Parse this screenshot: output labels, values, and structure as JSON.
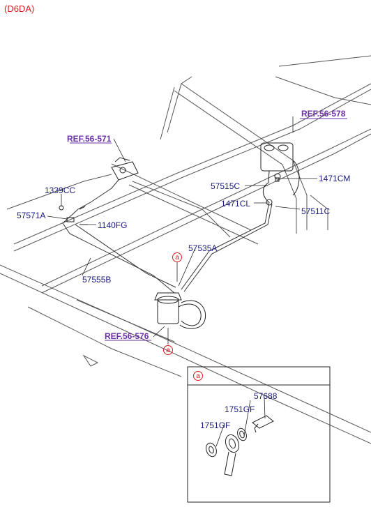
{
  "title": "(D6DA)",
  "refs": {
    "r571": "REF.56-571",
    "r578": "REF.56-578",
    "r576": "REF.56-576"
  },
  "parts": {
    "p1339CC": "1339CC",
    "p57571A": "57571A",
    "p1140FG": "1140FG",
    "p57515C": "57515C",
    "p1471CM": "1471CM",
    "p1471CL": "1471CL",
    "p57511C": "57511C",
    "p57535A": "57535A",
    "p57555B": "57555B",
    "p57688": "57688",
    "p1751GF_a": "1751GF",
    "p1751GF_b": "1751GF"
  },
  "detail_marker": "a"
}
